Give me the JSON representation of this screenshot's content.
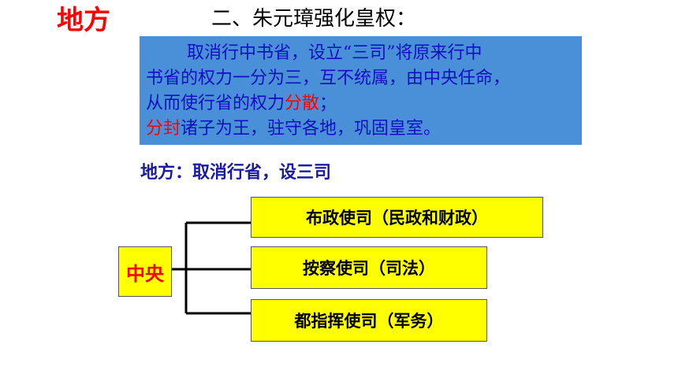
{
  "corner_title": "地方",
  "slide_title": "二、朱元璋强化皇权：",
  "text_box": {
    "line1": "取消行中书省，设立“三司”将原来行中",
    "line2": "书省的权力一分为三，互不统属，由中央任命，",
    "line3_prefix": "从而使行省的权力",
    "line3_red": "分散",
    "line3_suffix": "；",
    "line4_red": "分封",
    "line4_suffix": "诸子为王，驻守各地，巩固皇室。"
  },
  "subheading": "地方：取消行省，设三司",
  "diagram": {
    "root": "中央",
    "branches": [
      "布政使司（民政和财政）",
      "按察使司（司法）",
      "都指挥使司（军务）"
    ]
  },
  "colors": {
    "title_red": "#ff0000",
    "box_blue": "#4a90d9",
    "text_blue": "#1010c0",
    "box_yellow": "#ffff00"
  }
}
